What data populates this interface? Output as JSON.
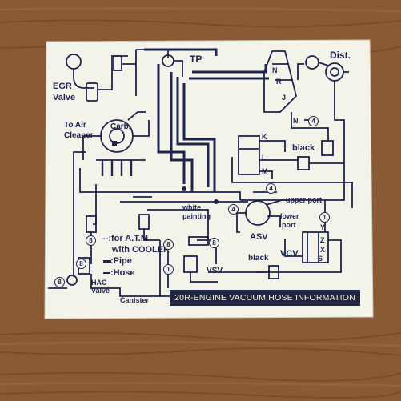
{
  "labels": {
    "egr": "EGR",
    "egr_valve": "Valve",
    "tp": "TP",
    "dist": "Dist.",
    "to_air": "To Air",
    "cleaner": "Cleaner",
    "carb": "Carb.",
    "black_upper": "black",
    "white": "white",
    "painting": "painting",
    "upper_port": "upper port",
    "lower": "lower",
    "port": "port",
    "asv": "ASV",
    "black_lower": "black",
    "vcv": "VCV",
    "vsv": "VSV",
    "hac": "HAC",
    "hac_valve": "Valve",
    "canister": "Canister",
    "atm_legend": "--:for A.T.M",
    "cooler_legend": "with COOLER",
    "pipe_legend": ":Pipe",
    "hose_legend": ":Hose",
    "port_k": "K",
    "port_l": "L",
    "port_m": "M",
    "port_n": "N",
    "port_j": "J",
    "port_y": "Y",
    "port_z": "Z",
    "port_x": "X",
    "port_s": "S",
    "port_r": "R",
    "port_n2": "N"
  },
  "circled": {
    "c4a": "4",
    "c4b": "4",
    "c4c": "4",
    "c8a": "8",
    "c8b": "8",
    "c8c": "8",
    "c8d": "8",
    "c8e": "8",
    "c1": "1",
    "c1b": "1"
  },
  "banner": "20R-ENGINE  VACUUM HOSE INFORMATION",
  "colors": {
    "ink": "#1d2450",
    "card": "#f4f3ea",
    "banner_bg": "#1f2440",
    "wood": "#8a5a34"
  }
}
